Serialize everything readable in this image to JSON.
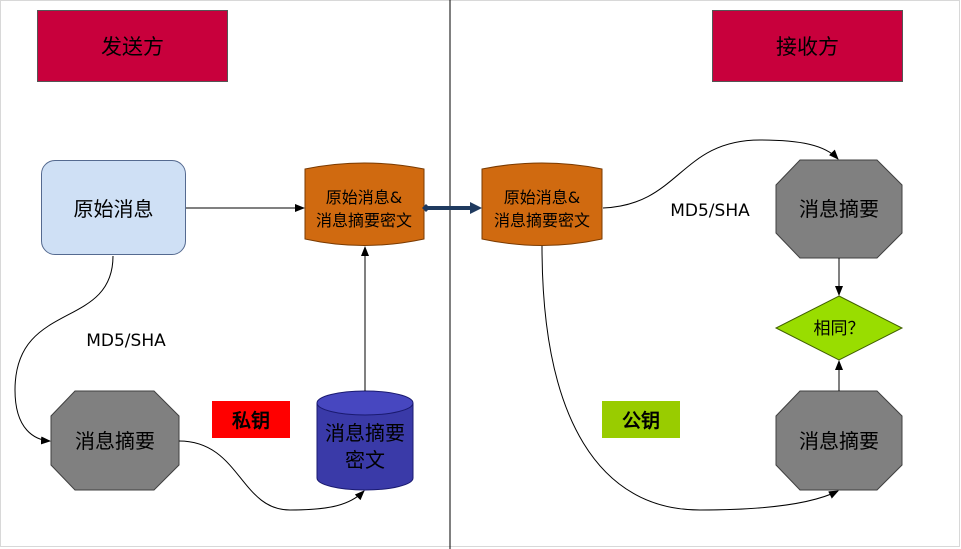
{
  "sender": {
    "title": "发送方",
    "original_message": "原始消息",
    "hash_label": "MD5/SHA",
    "digest": "消息摘要",
    "private_key": "私钥",
    "encrypted_digest_line1": "消息摘要",
    "encrypted_digest_line2": "密文",
    "bundle_line1": "原始消息&",
    "bundle_line2": "消息摘要密文"
  },
  "receiver": {
    "title": "接收方",
    "bundle_line1": "原始消息&",
    "bundle_line2": "消息摘要密文",
    "hash_label": "MD5/SHA",
    "digest_computed": "消息摘要",
    "compare": "相同？",
    "public_key": "公钥",
    "digest_decrypted": "消息摘要"
  },
  "colors": {
    "header": "#c8003c",
    "original_message_fill": "#cfe0f5",
    "document_fill": "#d06a10",
    "octagon_fill": "#808080",
    "cylinder_fill": "#3a3aa8",
    "diamond_fill": "#99dd00",
    "private_key_fill": "#ff0000",
    "public_key_fill": "#99cc00",
    "transfer_arrow": "#1f3a5f"
  }
}
